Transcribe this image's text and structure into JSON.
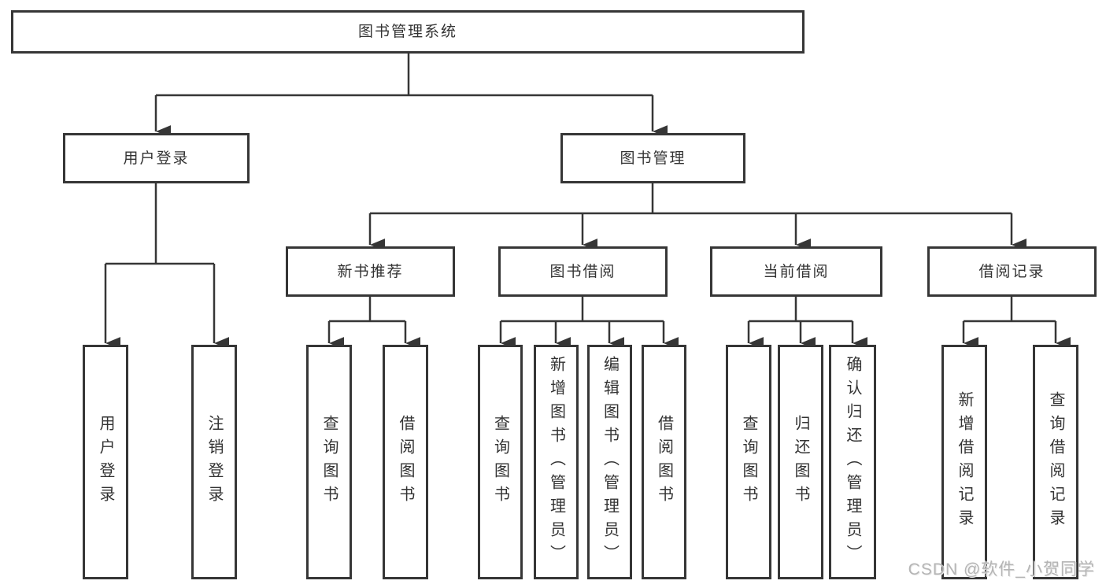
{
  "diagram_type": "hierarchy-tree",
  "colors": {
    "line": "#363636",
    "box_border": "#363636",
    "box_background": "#ffffff",
    "text": "#333333",
    "watermark_text": "#b5b5b5"
  },
  "root": {
    "label": "图书管理系统"
  },
  "level2": [
    {
      "label": "用户登录",
      "parent": "图书管理系统"
    },
    {
      "label": "图书管理",
      "parent": "图书管理系统"
    }
  ],
  "level3": [
    {
      "label": "新书推荐",
      "parent": "图书管理"
    },
    {
      "label": "图书借阅",
      "parent": "图书管理"
    },
    {
      "label": "当前借阅",
      "parent": "图书管理"
    },
    {
      "label": "借阅记录",
      "parent": "图书管理"
    }
  ],
  "leaves": [
    {
      "label": "用户登录",
      "parent": "用户登录"
    },
    {
      "label": "注销登录",
      "parent": "用户登录"
    },
    {
      "label": "查询图书",
      "parent": "新书推荐"
    },
    {
      "label": "借阅图书",
      "parent": "新书推荐"
    },
    {
      "label": "查询图书",
      "parent": "图书借阅"
    },
    {
      "label": "新增图书（管理员）",
      "parent": "图书借阅"
    },
    {
      "label": "编辑图书（管理员）",
      "parent": "图书借阅"
    },
    {
      "label": "借阅图书",
      "parent": "图书借阅"
    },
    {
      "label": "查询图书",
      "parent": "当前借阅"
    },
    {
      "label": "归还图书",
      "parent": "当前借阅"
    },
    {
      "label": "确认归还（管理员）",
      "parent": "当前借阅"
    },
    {
      "label": "新增借阅记录",
      "parent": "借阅记录"
    },
    {
      "label": "查询借阅记录",
      "parent": "借阅记录"
    }
  ],
  "watermark": {
    "text": "CSDN @软件_小贺同学"
  }
}
